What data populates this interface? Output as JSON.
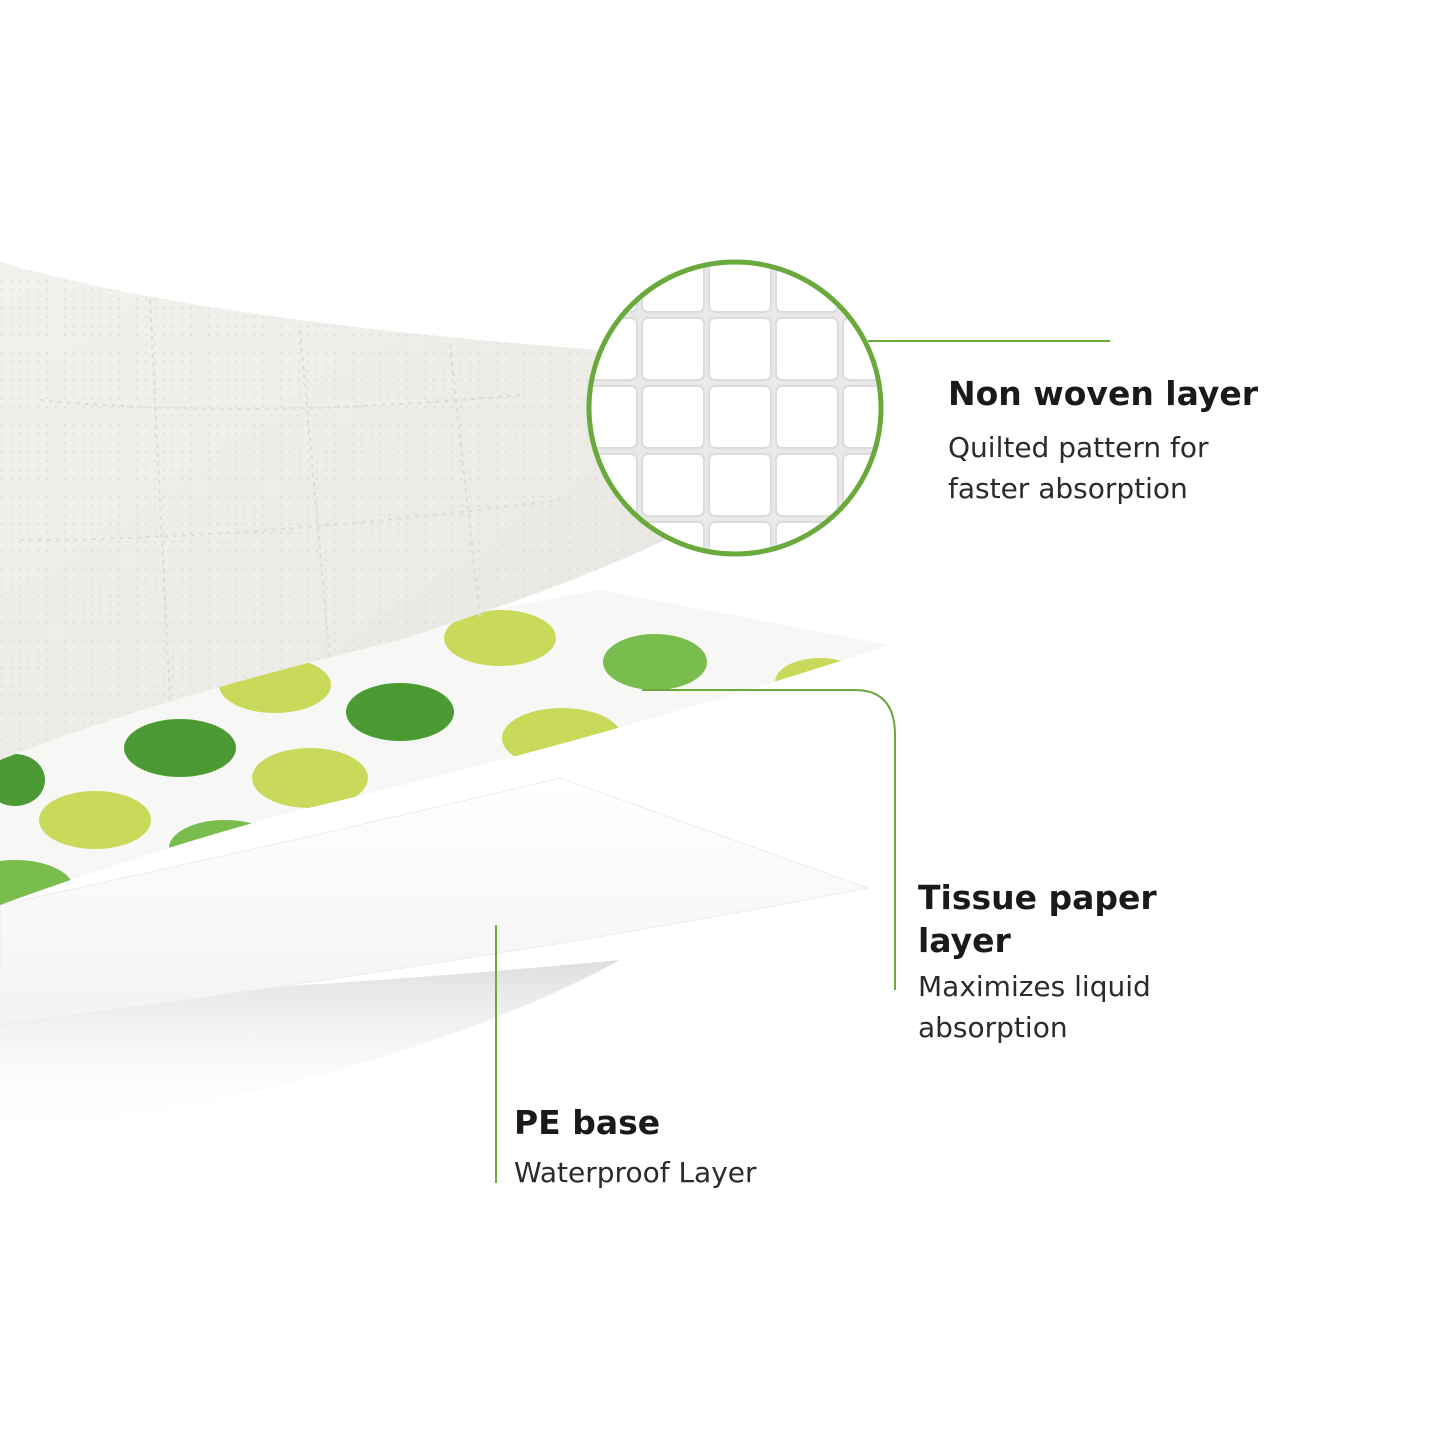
{
  "colors": {
    "accent_green": "#6aaa3c",
    "dot_dark_green": "#4c9a34",
    "dot_mid_green": "#79bd4f",
    "dot_yellow_green": "#c9d95a"
  },
  "layers": [
    {
      "id": "nonwoven",
      "title": "Non woven layer",
      "description": "Quilted pattern for faster absorption",
      "icon": "quilted-grid-magnifier-icon"
    },
    {
      "id": "tissue",
      "title": "Tissue paper layer",
      "description": "Maximizes liquid absorption"
    },
    {
      "id": "pe",
      "title": "PE base",
      "description": "Waterproof Layer"
    }
  ]
}
